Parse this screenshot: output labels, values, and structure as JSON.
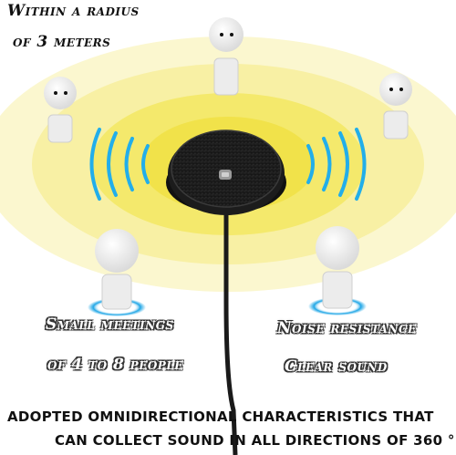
{
  "header": {
    "line1": "Within a radius",
    "line2": "of 3 meters"
  },
  "features": {
    "left_line1": "Small meetings",
    "left_line2": "of 4 to 8 people",
    "right_line1": "Noise resistance",
    "right_line2": "Clear sound"
  },
  "footer": {
    "line1": "ADOPTED OMNIDIRECTIONAL CHARACTERISTICS THAT",
    "line2": "CAN COLLECT SOUND IN ALL DIRECTIONS OF 360 °"
  },
  "colors": {
    "glow_outer": "#fbf6c8",
    "glow_mid": "#f7ef9a",
    "glow_inner": "#f3e65a",
    "wave_blue": "#22aeea",
    "device_dark": "#222222",
    "figure_white": "#f2f2f2"
  },
  "icons": [
    "person-figure-icon",
    "sound-wave-icon",
    "microphone-device-icon",
    "cable-icon"
  ]
}
